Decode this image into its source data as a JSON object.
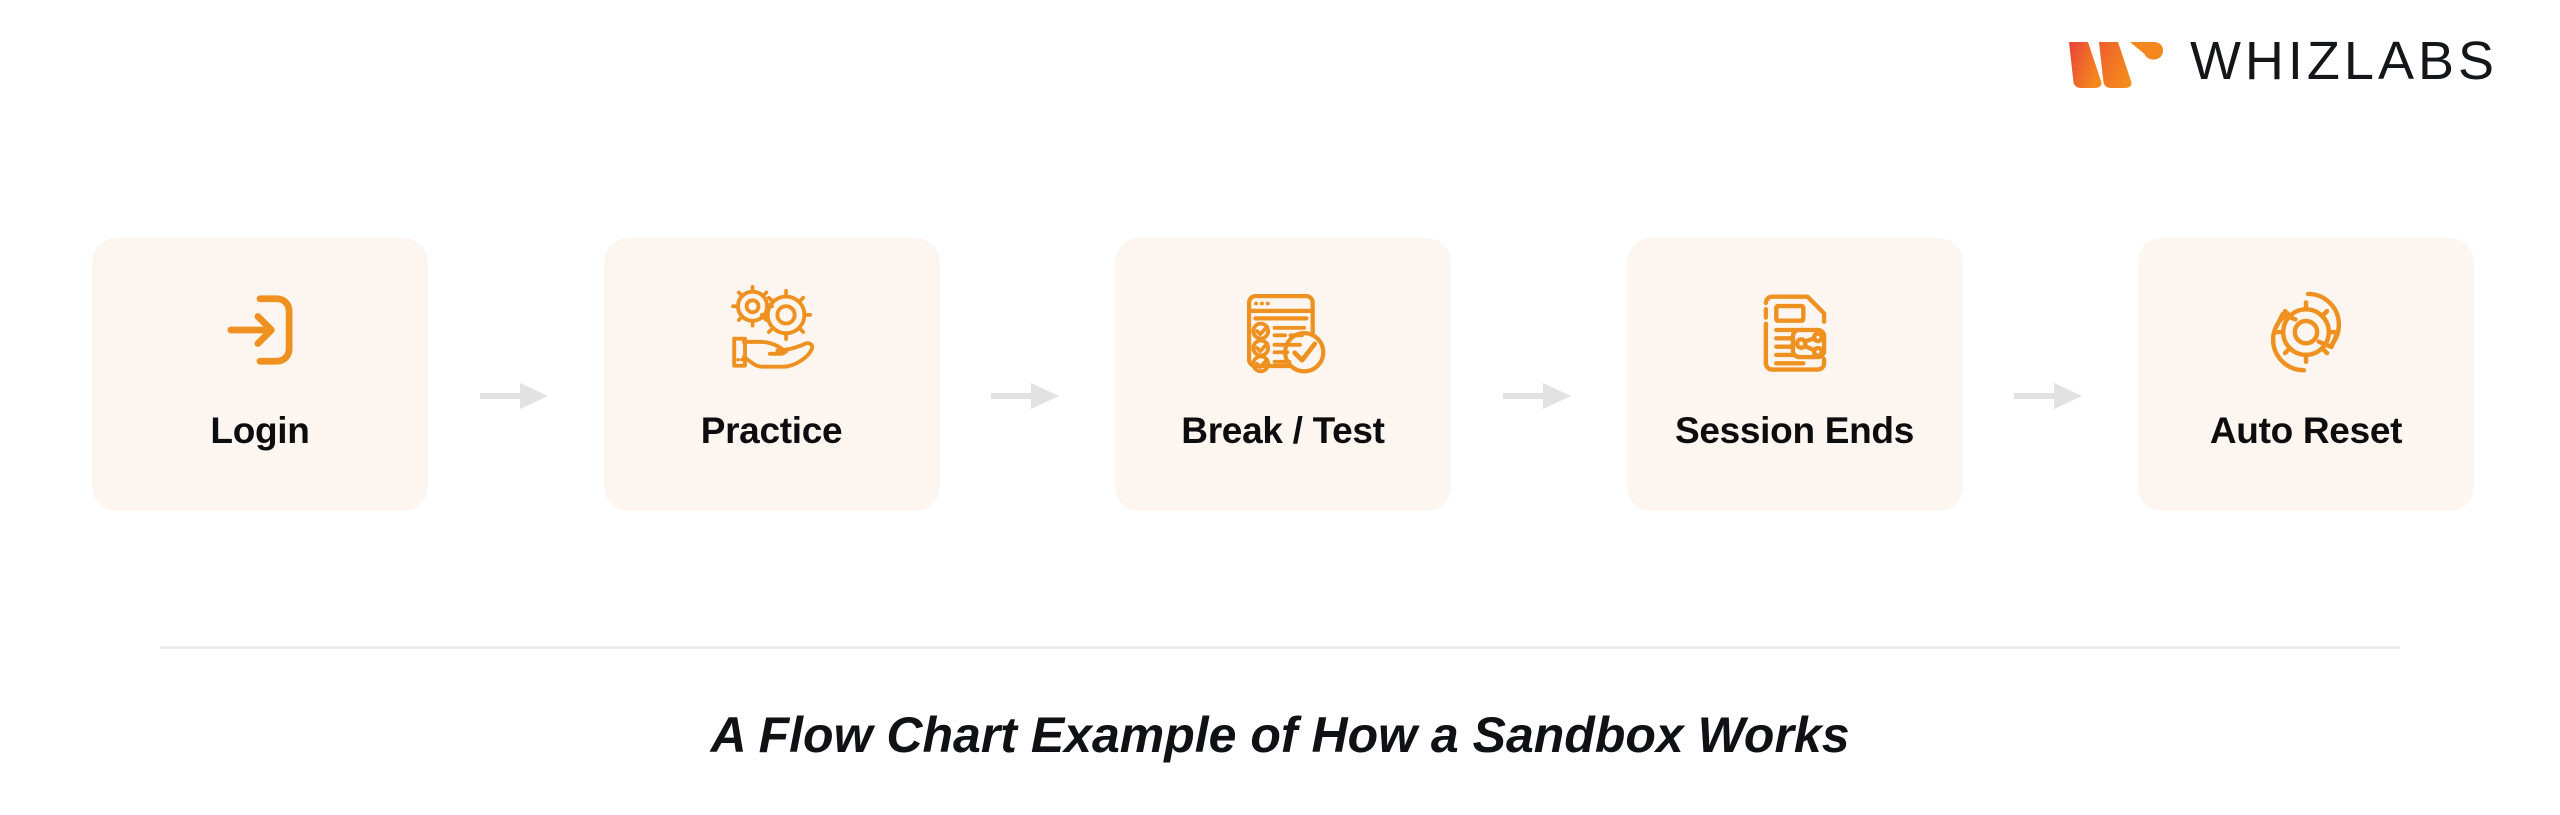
{
  "brand": {
    "logo_mark_name": "whizlabs-w-mark",
    "wordmark": "WHIZLABS",
    "colors": {
      "mark_gradient_start": "#e8413a",
      "mark_gradient_end": "#f5871f",
      "wordmark": "#15161a"
    }
  },
  "theme": {
    "page_background": "#ffffff",
    "card_background": "#fdf6f0",
    "icon_accent": "#ef9120",
    "label_color": "#0d0d0f",
    "arrow_color": "#e2e2e2",
    "divider_color": "#ececec"
  },
  "flow": {
    "steps": [
      {
        "label": "Login",
        "icon": "login-arrow-icon"
      },
      {
        "label": "Practice",
        "icon": "hand-gears-icon"
      },
      {
        "label": "Break / Test",
        "icon": "checklist-approved-icon"
      },
      {
        "label": "Session Ends",
        "icon": "document-share-icon"
      },
      {
        "label": "Auto Reset",
        "icon": "gear-refresh-icon"
      }
    ],
    "connectors": [
      {
        "icon": "arrow-right-icon"
      },
      {
        "icon": "arrow-right-icon"
      },
      {
        "icon": "arrow-right-icon"
      },
      {
        "icon": "arrow-right-icon"
      }
    ]
  },
  "caption": {
    "text": "A Flow Chart Example of How a Sandbox Works"
  }
}
